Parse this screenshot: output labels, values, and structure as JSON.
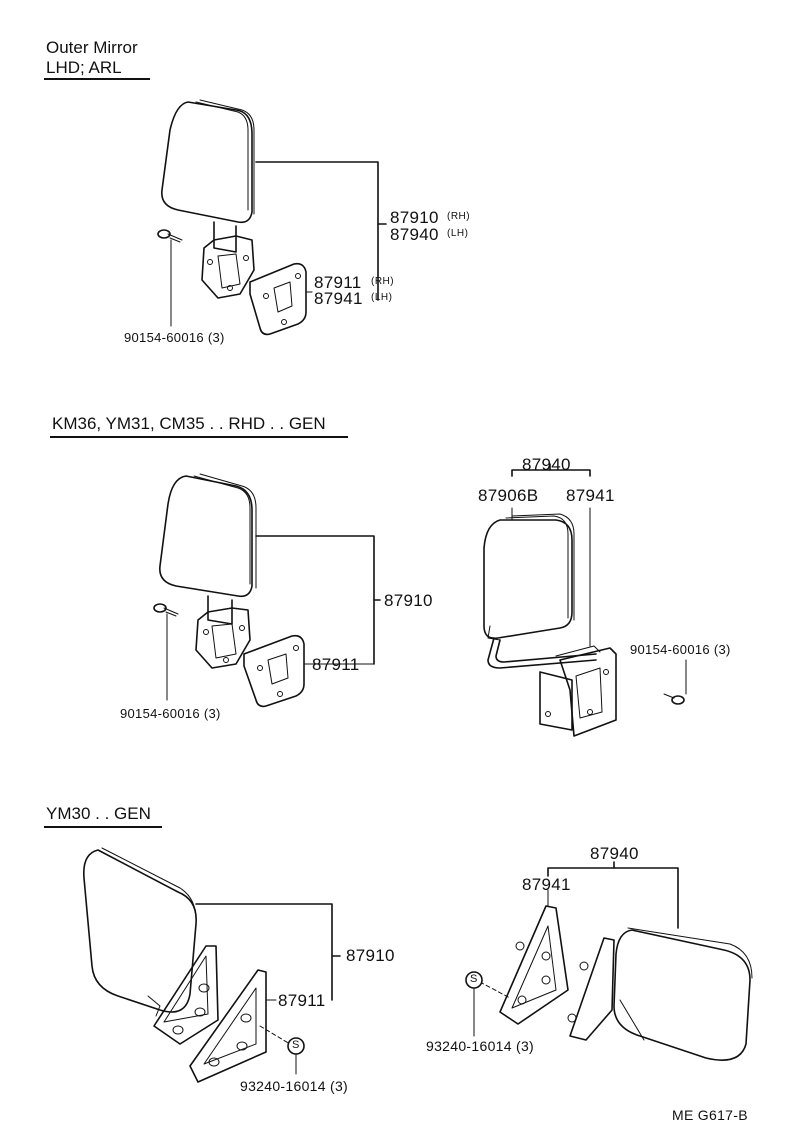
{
  "sections": [
    {
      "title_line1": "Outer Mirror",
      "title_line2": "LHD; ARL"
    },
    {
      "title": "KM36, YM31, CM35 . . RHD . . GEN"
    },
    {
      "title": "YM30 . . GEN"
    }
  ],
  "labels": {
    "s1_87910": "87910",
    "s1_87910_side": "(RH)",
    "s1_87940": "87940",
    "s1_87940_side": "(LH)",
    "s1_87911": "87911",
    "s1_87911_side": "(RH)",
    "s1_87941": "87941",
    "s1_87941_side": "(LH)",
    "s1_screw": "90154-60016 (3)",
    "s2_87910": "87910",
    "s2_87911": "87911",
    "s2_screw": "90154-60016 (3)",
    "s2_87940": "87940",
    "s2_87906b": "87906B",
    "s2_87941": "87941",
    "s2_screw_r": "90154-60016 (3)",
    "s3_87910": "87910",
    "s3_87911": "87911",
    "s3_screw": "93240-16014 (3)",
    "s3_s_mark": "S",
    "s3_87940": "87940",
    "s3_87941": "87941",
    "s3_screw_r": "93240-16014 (3)",
    "s3_s_mark_r": "S"
  },
  "footer": {
    "code": "ME  G617-B"
  }
}
